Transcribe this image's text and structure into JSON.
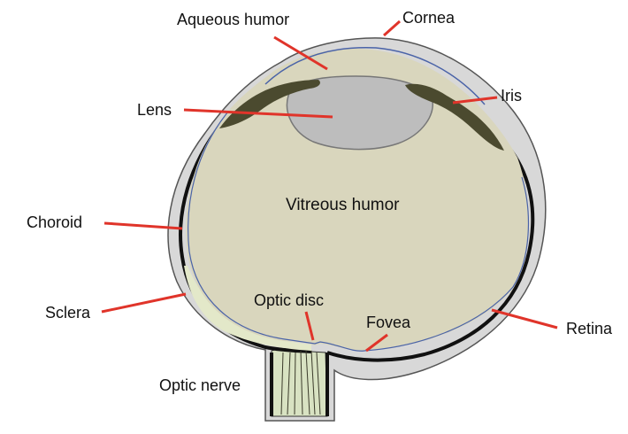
{
  "diagram": {
    "labels": {
      "aqueous_humor": "Aqueous humor",
      "cornea": "Cornea",
      "lens": "Lens",
      "iris": "Iris",
      "vitreous_humor": "Vitreous humor",
      "choroid": "Choroid",
      "sclera": "Sclera",
      "optic_disc": "Optic disc",
      "fovea": "Fovea",
      "retina": "Retina",
      "optic_nerve": "Optic nerve"
    },
    "colors": {
      "leader_line": "#e0342a",
      "sclera": "#d8d8d8",
      "vitreous": "#d9d6bd",
      "lens": "#bdbdbd",
      "iris": "#4b4a2f",
      "retina_line": "#4a63a8",
      "choroid": "#111111",
      "optic_nerve": "#d8e2c2",
      "retina_fill": "#e3e8c9"
    }
  }
}
